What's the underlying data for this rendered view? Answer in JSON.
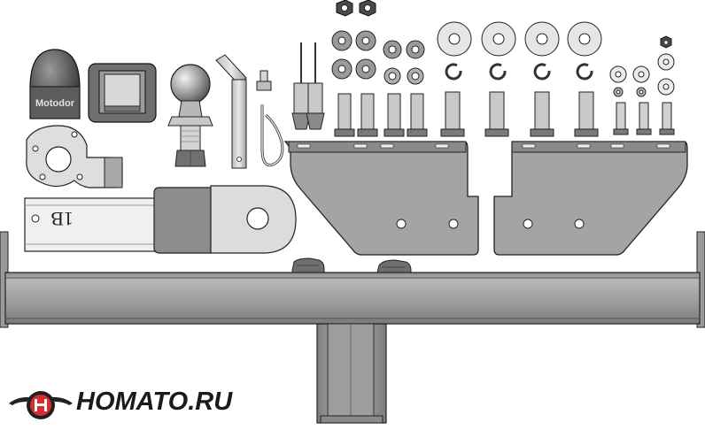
{
  "image": {
    "subject": "tow-bar-hitch-kit-exploded-parts",
    "cap_label": "Motodor",
    "insert_label": "1B",
    "watermark": "HOMATO.RU",
    "colors": {
      "metal": "#a3a3a3",
      "metal_dark": "#6e6e6e",
      "metal_light": "#d0d0d0",
      "outline": "#1f1f1f",
      "accent": "#d32f2f",
      "background": "#ffffff"
    }
  }
}
